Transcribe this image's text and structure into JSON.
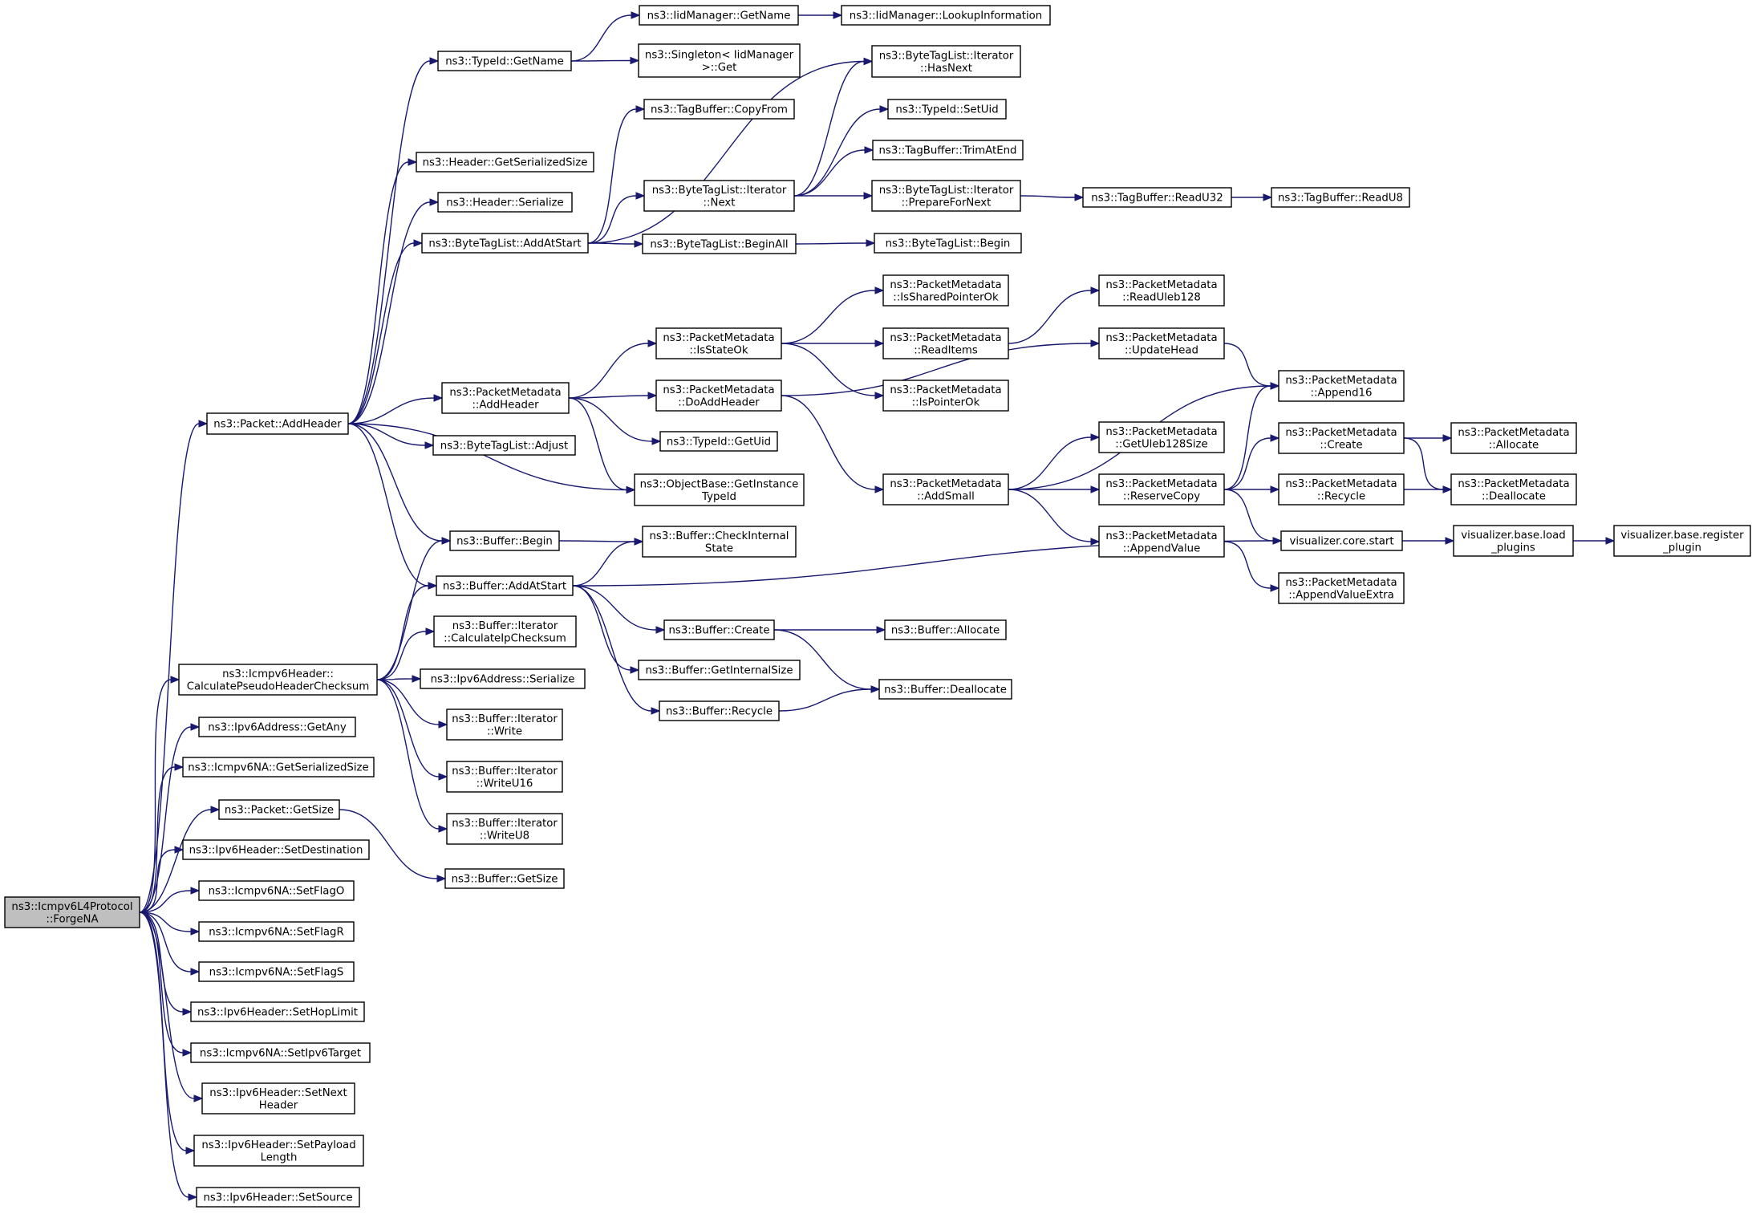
{
  "graph": {
    "colors": {
      "edge": "#191970",
      "root_fill": "#bfbfbf",
      "node_fill": "#ffffff",
      "node_border": "#000000"
    },
    "root": "forge",
    "nodes": [
      {
        "id": "forge",
        "lines": [
          "ns3::Icmpv6L4Protocol",
          "::ForgeNA"
        ]
      },
      {
        "id": "pkt_addheader",
        "lines": [
          "ns3::Packet::AddHeader"
        ]
      },
      {
        "id": "calcpseudo",
        "lines": [
          "ns3::Icmpv6Header::",
          "CalculatePseudoHeaderChecksum"
        ]
      },
      {
        "id": "ipv6addr_getany",
        "lines": [
          "ns3::Ipv6Address::GetAny"
        ]
      },
      {
        "id": "na_getsersize",
        "lines": [
          "ns3::Icmpv6NA::GetSerializedSize"
        ]
      },
      {
        "id": "pkt_getsize",
        "lines": [
          "ns3::Packet::GetSize"
        ]
      },
      {
        "id": "setdest",
        "lines": [
          "ns3::Ipv6Header::SetDestination"
        ]
      },
      {
        "id": "setflago",
        "lines": [
          "ns3::Icmpv6NA::SetFlagO"
        ]
      },
      {
        "id": "setflagr",
        "lines": [
          "ns3::Icmpv6NA::SetFlagR"
        ]
      },
      {
        "id": "setflags",
        "lines": [
          "ns3::Icmpv6NA::SetFlagS"
        ]
      },
      {
        "id": "sethoplimit",
        "lines": [
          "ns3::Ipv6Header::SetHopLimit"
        ]
      },
      {
        "id": "setipv6target",
        "lines": [
          "ns3::Icmpv6NA::SetIpv6Target"
        ]
      },
      {
        "id": "setnextheader",
        "lines": [
          "ns3::Ipv6Header::SetNext",
          "Header"
        ]
      },
      {
        "id": "setpayload",
        "lines": [
          "ns3::Ipv6Header::SetPayload",
          "Length"
        ]
      },
      {
        "id": "setsource",
        "lines": [
          "ns3::Ipv6Header::SetSource"
        ]
      },
      {
        "id": "typeid_getname",
        "lines": [
          "ns3::TypeId::GetName"
        ]
      },
      {
        "id": "hdr_getsersize",
        "lines": [
          "ns3::Header::GetSerializedSize"
        ]
      },
      {
        "id": "hdr_serialize",
        "lines": [
          "ns3::Header::Serialize"
        ]
      },
      {
        "id": "btl_addatstart",
        "lines": [
          "ns3::ByteTagList::AddAtStart"
        ]
      },
      {
        "id": "pm_addheader",
        "lines": [
          "ns3::PacketMetadata",
          "::AddHeader"
        ]
      },
      {
        "id": "btl_adjust",
        "lines": [
          "ns3::ByteTagList::Adjust"
        ]
      },
      {
        "id": "buf_begin",
        "lines": [
          "ns3::Buffer::Begin"
        ]
      },
      {
        "id": "buf_addatstart",
        "lines": [
          "ns3::Buffer::AddAtStart"
        ]
      },
      {
        "id": "bufit_calcip",
        "lines": [
          "ns3::Buffer::Iterator",
          "::CalculateIpChecksum"
        ]
      },
      {
        "id": "ipv6addr_ser",
        "lines": [
          "ns3::Ipv6Address::Serialize"
        ]
      },
      {
        "id": "bufit_write",
        "lines": [
          "ns3::Buffer::Iterator",
          "::Write"
        ]
      },
      {
        "id": "bufit_writeu16",
        "lines": [
          "ns3::Buffer::Iterator",
          "::WriteU16"
        ]
      },
      {
        "id": "bufit_writeu8",
        "lines": [
          "ns3::Buffer::Iterator",
          "::WriteU8"
        ]
      },
      {
        "id": "buf_getsize",
        "lines": [
          "ns3::Buffer::GetSize"
        ]
      },
      {
        "id": "iid_getname",
        "lines": [
          "ns3::IidManager::GetName"
        ]
      },
      {
        "id": "singleton_get",
        "lines": [
          "ns3::Singleton< IidManager",
          ">::Get"
        ]
      },
      {
        "id": "iid_lookup",
        "lines": [
          "ns3::IidManager::LookupInformation"
        ]
      },
      {
        "id": "tb_copyfrom",
        "lines": [
          "ns3::TagBuffer::CopyFrom"
        ]
      },
      {
        "id": "btlit_next",
        "lines": [
          "ns3::ByteTagList::Iterator",
          "::Next"
        ]
      },
      {
        "id": "btl_beginall",
        "lines": [
          "ns3::ByteTagList::BeginAll"
        ]
      },
      {
        "id": "btlit_hasnext",
        "lines": [
          "ns3::ByteTagList::Iterator",
          "::HasNext"
        ]
      },
      {
        "id": "typeid_setuid",
        "lines": [
          "ns3::TypeId::SetUid"
        ]
      },
      {
        "id": "tb_trimatend",
        "lines": [
          "ns3::TagBuffer::TrimAtEnd"
        ]
      },
      {
        "id": "btlit_prepnext",
        "lines": [
          "ns3::ByteTagList::Iterator",
          "::PrepareForNext"
        ]
      },
      {
        "id": "tb_readu32",
        "lines": [
          "ns3::TagBuffer::ReadU32"
        ]
      },
      {
        "id": "tb_readu8",
        "lines": [
          "ns3::TagBuffer::ReadU8"
        ]
      },
      {
        "id": "btl_begin",
        "lines": [
          "ns3::ByteTagList::Begin"
        ]
      },
      {
        "id": "pm_isstateok",
        "lines": [
          "ns3::PacketMetadata",
          "::IsStateOk"
        ]
      },
      {
        "id": "pm_doaddheader",
        "lines": [
          "ns3::PacketMetadata",
          "::DoAddHeader"
        ]
      },
      {
        "id": "typeid_getuid",
        "lines": [
          "ns3::TypeId::GetUid"
        ]
      },
      {
        "id": "ob_getinstance",
        "lines": [
          "ns3::ObjectBase::GetInstance",
          "TypeId"
        ]
      },
      {
        "id": "pm_issharedptr",
        "lines": [
          "ns3::PacketMetadata",
          "::IsSharedPointerOk"
        ]
      },
      {
        "id": "pm_readitems",
        "lines": [
          "ns3::PacketMetadata",
          "::ReadItems"
        ]
      },
      {
        "id": "pm_ispointerok",
        "lines": [
          "ns3::PacketMetadata",
          "::IsPointerOk"
        ]
      },
      {
        "id": "pm_readuleb",
        "lines": [
          "ns3::PacketMetadata",
          "::ReadUleb128"
        ]
      },
      {
        "id": "pm_updatehead",
        "lines": [
          "ns3::PacketMetadata",
          "::UpdateHead"
        ]
      },
      {
        "id": "pm_append16",
        "lines": [
          "ns3::PacketMetadata",
          "::Append16"
        ]
      },
      {
        "id": "pm_addsmall",
        "lines": [
          "ns3::PacketMetadata",
          "::AddSmall"
        ]
      },
      {
        "id": "pm_getuleb",
        "lines": [
          "ns3::PacketMetadata",
          "::GetUleb128Size"
        ]
      },
      {
        "id": "pm_reservecopy",
        "lines": [
          "ns3::PacketMetadata",
          "::ReserveCopy"
        ]
      },
      {
        "id": "pm_appendvalue",
        "lines": [
          "ns3::PacketMetadata",
          "::AppendValue"
        ]
      },
      {
        "id": "pm_appendvalueextra",
        "lines": [
          "ns3::PacketMetadata",
          "::AppendValueExtra"
        ]
      },
      {
        "id": "pm_create",
        "lines": [
          "ns3::PacketMetadata",
          "::Create"
        ]
      },
      {
        "id": "pm_recycle",
        "lines": [
          "ns3::PacketMetadata",
          "::Recycle"
        ]
      },
      {
        "id": "pm_allocate",
        "lines": [
          "ns3::PacketMetadata",
          "::Allocate"
        ]
      },
      {
        "id": "pm_deallocate",
        "lines": [
          "ns3::PacketMetadata",
          "::Deallocate"
        ]
      },
      {
        "id": "vis_start",
        "lines": [
          "visualizer.core.start"
        ]
      },
      {
        "id": "vis_loadplugins",
        "lines": [
          "visualizer.base.load",
          "_plugins"
        ]
      },
      {
        "id": "vis_registerplugin",
        "lines": [
          "visualizer.base.register",
          "_plugin"
        ]
      },
      {
        "id": "buf_checkinternal",
        "lines": [
          "ns3::Buffer::CheckInternal",
          "State"
        ]
      },
      {
        "id": "buf_create",
        "lines": [
          "ns3::Buffer::Create"
        ]
      },
      {
        "id": "buf_getinternalsize",
        "lines": [
          "ns3::Buffer::GetInternalSize"
        ]
      },
      {
        "id": "buf_recycle",
        "lines": [
          "ns3::Buffer::Recycle"
        ]
      },
      {
        "id": "buf_allocate",
        "lines": [
          "ns3::Buffer::Allocate"
        ]
      },
      {
        "id": "buf_deallocate",
        "lines": [
          "ns3::Buffer::Deallocate"
        ]
      }
    ],
    "edges": [
      [
        "forge",
        "pkt_addheader"
      ],
      [
        "forge",
        "calcpseudo"
      ],
      [
        "forge",
        "ipv6addr_getany"
      ],
      [
        "forge",
        "na_getsersize"
      ],
      [
        "forge",
        "pkt_getsize"
      ],
      [
        "forge",
        "setdest"
      ],
      [
        "forge",
        "setflago"
      ],
      [
        "forge",
        "setflagr"
      ],
      [
        "forge",
        "setflags"
      ],
      [
        "forge",
        "sethoplimit"
      ],
      [
        "forge",
        "setipv6target"
      ],
      [
        "forge",
        "setnextheader"
      ],
      [
        "forge",
        "setpayload"
      ],
      [
        "forge",
        "setsource"
      ],
      [
        "pkt_addheader",
        "typeid_getname"
      ],
      [
        "pkt_addheader",
        "hdr_getsersize"
      ],
      [
        "pkt_addheader",
        "hdr_serialize"
      ],
      [
        "pkt_addheader",
        "btl_addatstart"
      ],
      [
        "pkt_addheader",
        "pm_addheader"
      ],
      [
        "pkt_addheader",
        "btl_adjust"
      ],
      [
        "pkt_addheader",
        "ob_getinstance"
      ],
      [
        "pkt_addheader",
        "buf_begin"
      ],
      [
        "pkt_addheader",
        "buf_addatstart"
      ],
      [
        "calcpseudo",
        "buf_begin"
      ],
      [
        "calcpseudo",
        "buf_addatstart"
      ],
      [
        "calcpseudo",
        "bufit_calcip"
      ],
      [
        "calcpseudo",
        "ipv6addr_ser"
      ],
      [
        "calcpseudo",
        "bufit_write"
      ],
      [
        "calcpseudo",
        "bufit_writeu16"
      ],
      [
        "calcpseudo",
        "bufit_writeu8"
      ],
      [
        "pkt_getsize",
        "buf_getsize"
      ],
      [
        "typeid_getname",
        "iid_getname"
      ],
      [
        "typeid_getname",
        "singleton_get"
      ],
      [
        "iid_getname",
        "iid_lookup"
      ],
      [
        "btl_addatstart",
        "tb_copyfrom"
      ],
      [
        "btl_addatstart",
        "btlit_hasnext"
      ],
      [
        "btl_addatstart",
        "btlit_next"
      ],
      [
        "btl_addatstart",
        "btl_beginall"
      ],
      [
        "btlit_next",
        "btlit_hasnext"
      ],
      [
        "btlit_next",
        "typeid_setuid"
      ],
      [
        "btlit_next",
        "tb_trimatend"
      ],
      [
        "btlit_next",
        "btlit_prepnext"
      ],
      [
        "btlit_prepnext",
        "tb_readu32"
      ],
      [
        "tb_readu32",
        "tb_readu8"
      ],
      [
        "btl_beginall",
        "btl_begin"
      ],
      [
        "pm_addheader",
        "pm_isstateok"
      ],
      [
        "pm_addheader",
        "pm_doaddheader"
      ],
      [
        "pm_addheader",
        "typeid_getuid"
      ],
      [
        "pm_addheader",
        "ob_getinstance"
      ],
      [
        "pm_isstateok",
        "pm_issharedptr"
      ],
      [
        "pm_isstateok",
        "pm_readitems"
      ],
      [
        "pm_isstateok",
        "pm_ispointerok"
      ],
      [
        "pm_readitems",
        "pm_readuleb"
      ],
      [
        "pm_doaddheader",
        "pm_updatehead"
      ],
      [
        "pm_doaddheader",
        "pm_addsmall"
      ],
      [
        "pm_updatehead",
        "pm_append16"
      ],
      [
        "pm_addsmall",
        "pm_append16"
      ],
      [
        "pm_addsmall",
        "pm_getuleb"
      ],
      [
        "pm_addsmall",
        "pm_reservecopy"
      ],
      [
        "pm_addsmall",
        "pm_appendvalue"
      ],
      [
        "pm_reservecopy",
        "pm_append16"
      ],
      [
        "pm_reservecopy",
        "pm_create"
      ],
      [
        "pm_reservecopy",
        "pm_recycle"
      ],
      [
        "pm_reservecopy",
        "vis_start"
      ],
      [
        "pm_create",
        "pm_allocate"
      ],
      [
        "pm_create",
        "pm_deallocate"
      ],
      [
        "pm_recycle",
        "pm_deallocate"
      ],
      [
        "pm_appendvalue",
        "pm_appendvalueextra"
      ],
      [
        "vis_start",
        "vis_loadplugins"
      ],
      [
        "vis_loadplugins",
        "vis_registerplugin"
      ],
      [
        "buf_begin",
        "buf_checkinternal"
      ],
      [
        "buf_addatstart",
        "buf_checkinternal"
      ],
      [
        "buf_addatstart",
        "vis_start"
      ],
      [
        "buf_addatstart",
        "buf_create"
      ],
      [
        "buf_addatstart",
        "buf_getinternalsize"
      ],
      [
        "buf_addatstart",
        "buf_recycle"
      ],
      [
        "buf_create",
        "buf_allocate"
      ],
      [
        "buf_create",
        "buf_deallocate"
      ],
      [
        "buf_recycle",
        "buf_deallocate"
      ]
    ]
  }
}
